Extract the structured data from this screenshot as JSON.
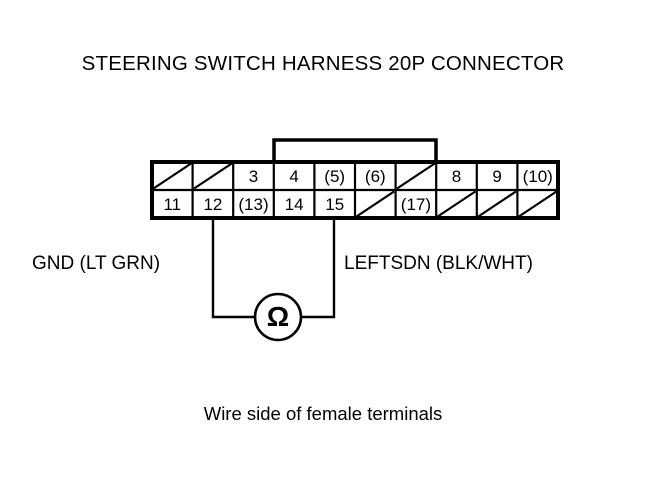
{
  "title": "STEERING SWITCH HARNESS 20P CONNECTOR",
  "caption": "Wire side of female terminals",
  "labels": {
    "left": "GND (LT GRN)",
    "right": "LEFTSDN (BLK/WHT)"
  },
  "meter": {
    "symbol": "Ω",
    "name": "ohmmeter"
  },
  "connector": {
    "columns": 10,
    "rows": 2,
    "top_row": [
      {
        "label": "",
        "blank": true
      },
      {
        "label": "",
        "blank": true
      },
      {
        "label": "3",
        "blank": false
      },
      {
        "label": "4",
        "blank": false
      },
      {
        "label": "(5)",
        "blank": false
      },
      {
        "label": "(6)",
        "blank": false
      },
      {
        "label": "",
        "blank": true
      },
      {
        "label": "8",
        "blank": false
      },
      {
        "label": "9",
        "blank": false
      },
      {
        "label": "(10)",
        "blank": false
      }
    ],
    "bottom_row": [
      {
        "label": "11",
        "blank": false
      },
      {
        "label": "12",
        "blank": false
      },
      {
        "label": "(13)",
        "blank": false
      },
      {
        "label": "14",
        "blank": false
      },
      {
        "label": "15",
        "blank": false
      },
      {
        "label": "",
        "blank": true
      },
      {
        "label": "(17)",
        "blank": false
      },
      {
        "label": "",
        "blank": true
      },
      {
        "label": "",
        "blank": true
      },
      {
        "label": "",
        "blank": true
      }
    ]
  },
  "colors": {
    "stroke": "#000000",
    "background": "#ffffff"
  }
}
